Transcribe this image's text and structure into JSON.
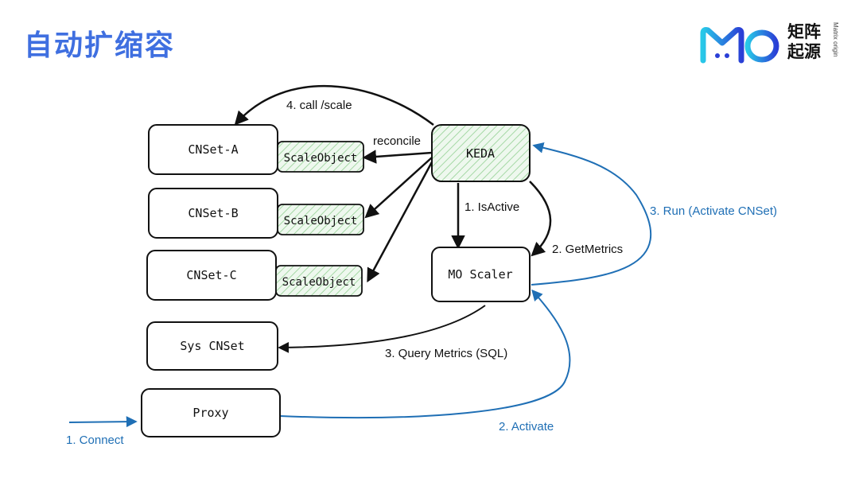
{
  "title": "自动扩缩容",
  "logo": {
    "mark": "MO",
    "brand_cn": "矩阵起源",
    "brand_en": "Matrix origin",
    "colors": {
      "gradient_start": "#28c8e8",
      "gradient_end": "#2a3fd6"
    }
  },
  "colors": {
    "black_edge": "#111111",
    "blue_edge": "#1f6fb5",
    "hatch": "#a5d8a5",
    "hatch_fill": "#eef8ee"
  },
  "nodes": {
    "cnset_a": "CNSet-A",
    "cnset_b": "CNSet-B",
    "cnset_c": "CNSet-C",
    "sys_cnset": "Sys CNSet",
    "proxy": "Proxy",
    "keda": "KEDA",
    "mo_scaler": "MO Scaler",
    "scale_object_a": "ScaleObject",
    "scale_object_b": "ScaleObject",
    "scale_object_c": "ScaleObject"
  },
  "edges": {
    "call_scale": "4. call /scale",
    "reconcile": "reconcile",
    "is_active": "1. IsActive",
    "get_metrics": "2. GetMetrics",
    "run": "3. Run (Activate CNSet)",
    "query_metrics": "3. Query Metrics (SQL)",
    "activate": "2. Activate",
    "connect": "1. Connect"
  }
}
